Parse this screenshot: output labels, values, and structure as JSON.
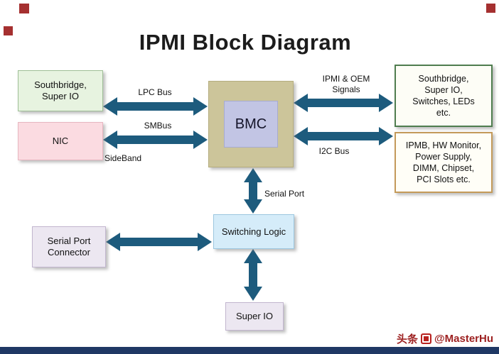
{
  "title": "IPMI Block Diagram",
  "boxes": {
    "southbridge": {
      "lines": [
        "Southbridge,",
        "Super IO"
      ]
    },
    "nic": {
      "label": "NIC"
    },
    "bmc": {
      "label": "BMC"
    },
    "peripherals_green": {
      "lines": [
        "Southbridge,",
        "Super IO,",
        "Switches, LEDs",
        "etc."
      ]
    },
    "peripherals_tan": {
      "lines": [
        "IPMB, HW Monitor,",
        "Power Supply,",
        "DIMM, Chipset,",
        "PCI Slots etc."
      ]
    },
    "switching_logic": {
      "label": "Switching Logic"
    },
    "serial_port_connector": {
      "lines": [
        "Serial Port",
        "Connector"
      ]
    },
    "super_io": {
      "label": "Super IO"
    }
  },
  "bus_labels": {
    "lpc": "LPC Bus",
    "smbus": "SMBus",
    "sideband": "SideBand",
    "ipmi_oem_line1": "IPMI & OEM",
    "ipmi_oem_line2": "Signals",
    "i2c": "I2C Bus",
    "serial_port": "Serial Port"
  },
  "watermark": {
    "prefix": "头条",
    "handle": "@MasterHu"
  },
  "colors": {
    "arrow": "#1d5b7d",
    "bottom_bar": "#1f3864",
    "decor_square": "#a53030",
    "watermark_text": "#9c1f1f",
    "box_green_fill": "#e7f3e0",
    "box_pink_fill": "#fbdbe1",
    "bmc_outer_fill": "#ccc59a",
    "bmc_inner_fill": "#c2c5e4",
    "box_blue_fill": "#d5ecf9",
    "box_lavender_fill": "#ece7f1",
    "green_border": "#4f7d4f",
    "tan_border": "#c49a5a"
  }
}
